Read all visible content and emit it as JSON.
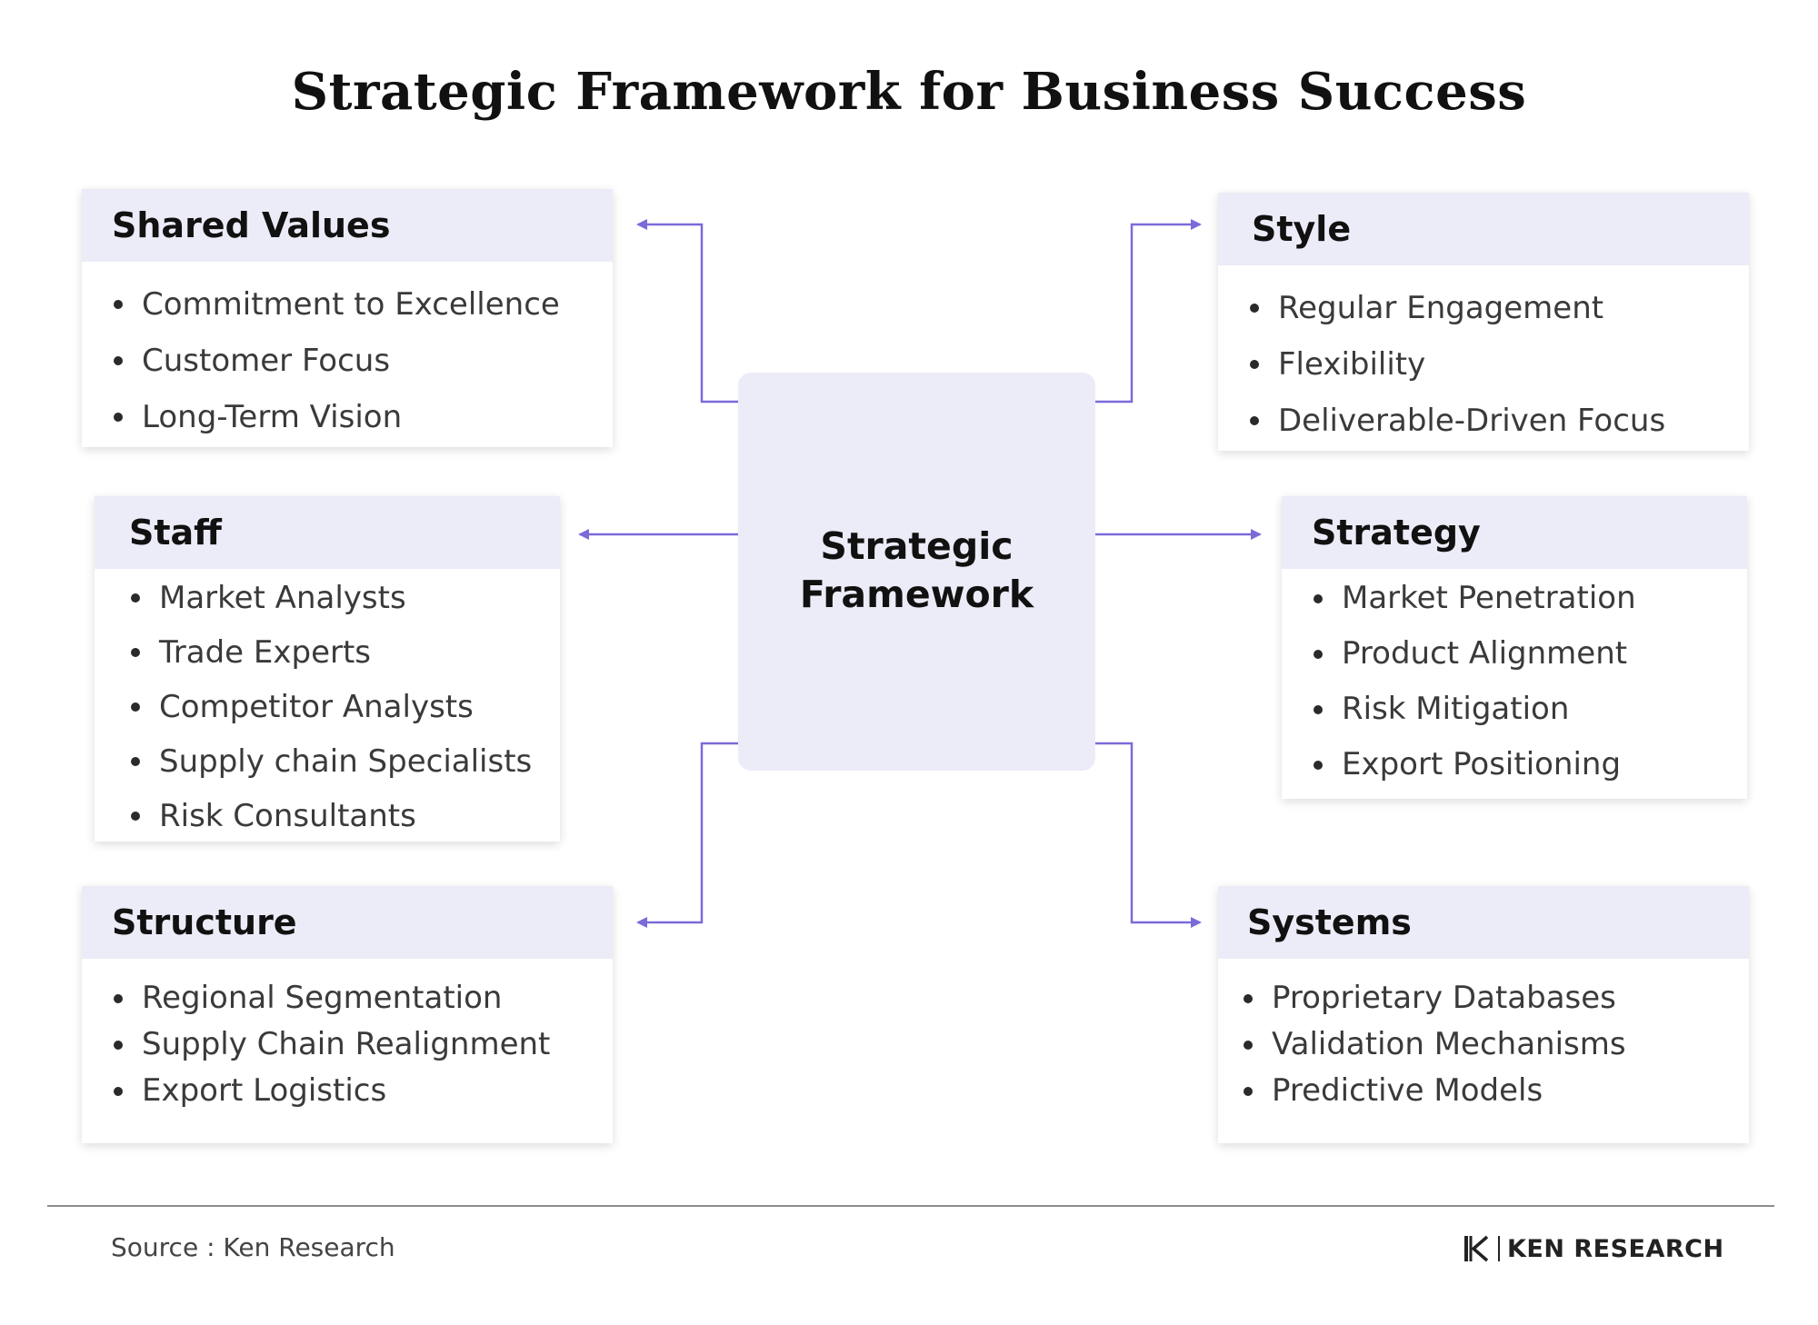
{
  "title": "Strategic Framework for Business Success",
  "center": {
    "label": "Strategic\nFramework"
  },
  "cards": {
    "shared_values": {
      "heading": "Shared Values",
      "items": [
        "Commitment to Excellence",
        "Customer Focus",
        "Long-Term Vision"
      ]
    },
    "style": {
      "heading": "Style",
      "items": [
        "Regular Engagement",
        "Flexibility",
        "Deliverable-Driven Focus"
      ]
    },
    "staff": {
      "heading": "Staff",
      "items": [
        "Market Analysts",
        "Trade Experts",
        "Competitor Analysts",
        "Supply chain Specialists",
        "Risk Consultants"
      ]
    },
    "strategy": {
      "heading": "Strategy",
      "items": [
        "Market Penetration",
        "Product Alignment",
        "Risk Mitigation",
        "Export Positioning"
      ]
    },
    "structure": {
      "heading": "Structure",
      "items": [
        "Regional Segmentation",
        "Supply Chain Realignment",
        "Export Logistics"
      ]
    },
    "systems": {
      "heading": "Systems",
      "items": [
        "Proprietary Databases",
        "Validation Mechanisms",
        "Predictive Models"
      ]
    }
  },
  "footer": {
    "source": "Source : Ken Research",
    "logo_text": "KEN RESEARCH"
  },
  "colors": {
    "connector": "#7a6bd9",
    "header_fill": "#ececf8"
  }
}
